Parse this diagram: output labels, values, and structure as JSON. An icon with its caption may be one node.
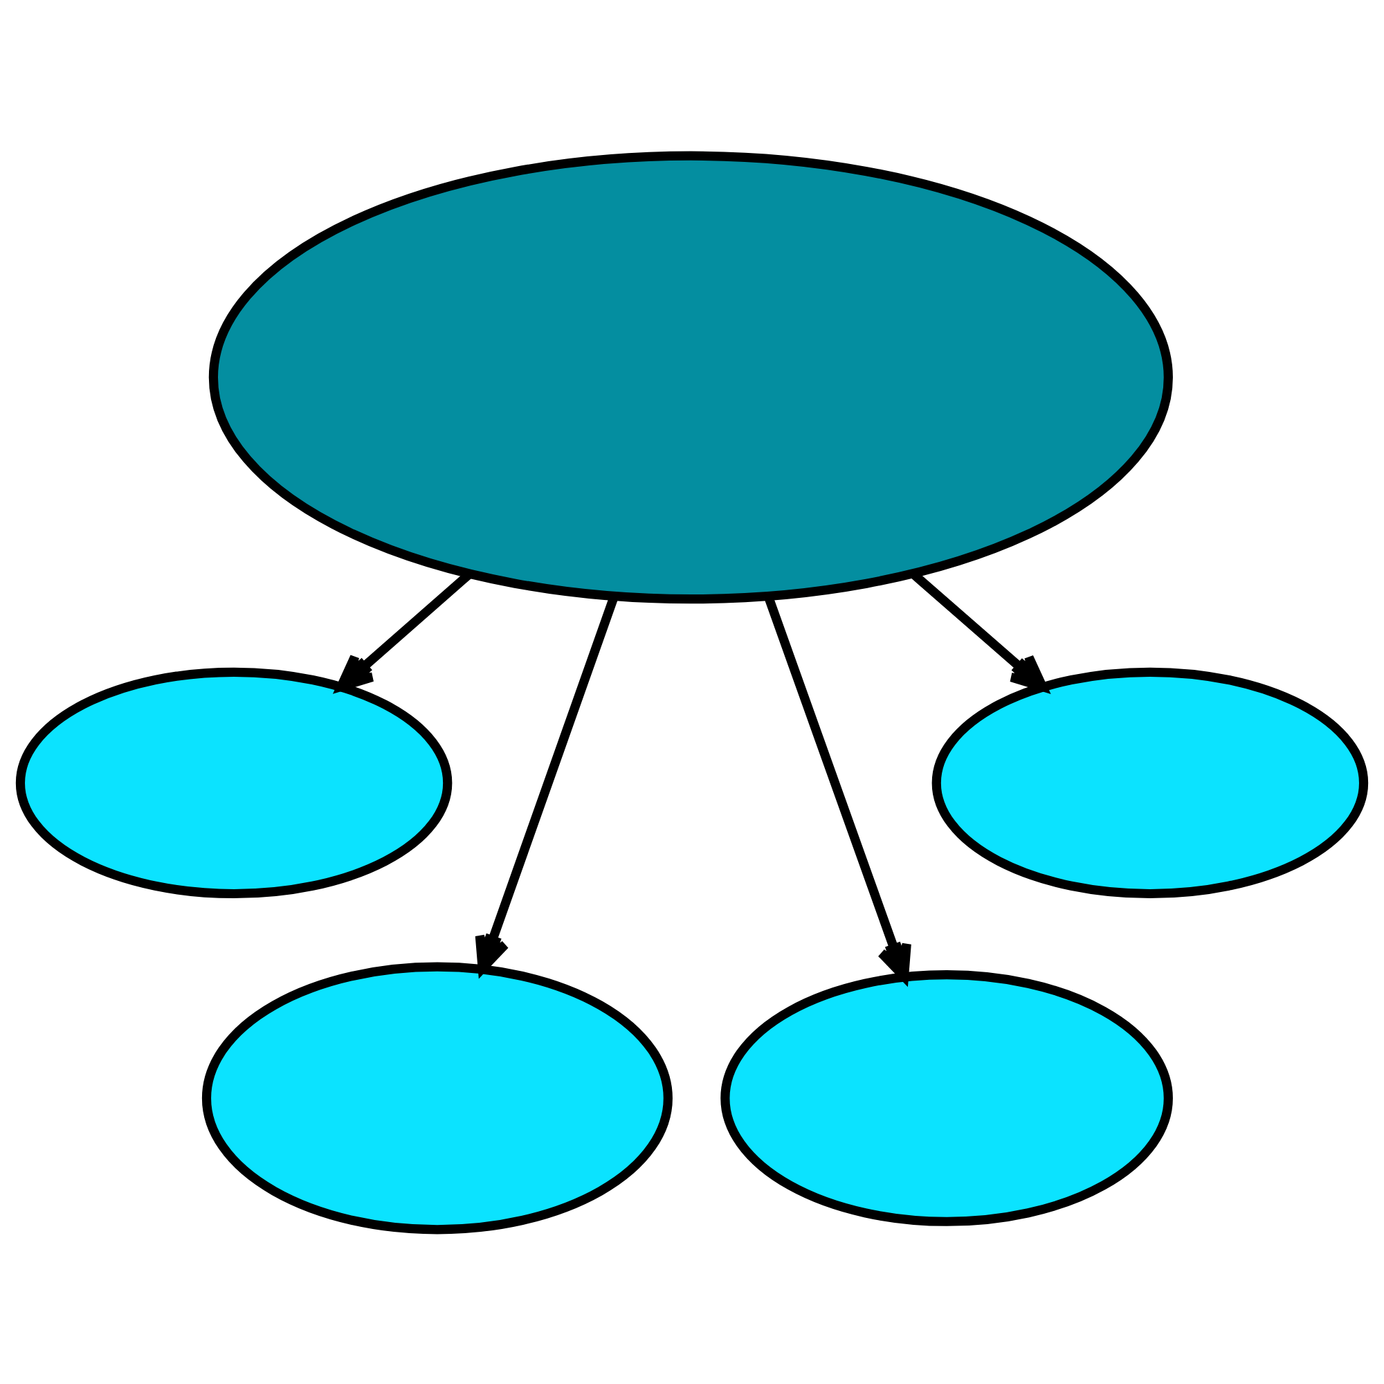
{
  "diagram": {
    "nodes": [
      {
        "text": [],
        "shape": "ellipse"
      },
      {
        "text": [],
        "shape": "ellipse"
      },
      {
        "text": [],
        "shape": "ellipse"
      },
      {
        "text": [],
        "shape": "ellipse"
      },
      {
        "text": [],
        "shape": "ellipse"
      }
    ],
    "edges": [
      {
        "from": 0,
        "to": 1,
        "arrow": "to"
      },
      {
        "from": 0,
        "to": 2,
        "arrow": "to"
      },
      {
        "from": 0,
        "to": 3,
        "arrow": "to"
      },
      {
        "from": 0,
        "to": 4,
        "arrow": "to"
      }
    ]
  }
}
